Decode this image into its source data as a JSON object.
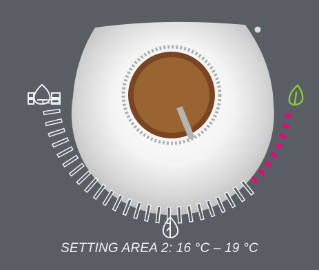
{
  "caption": "SETTING AREA 2: 16 °C – 19 °C",
  "scale": {
    "total_marks": 34,
    "active_from_mark": 26,
    "active_color": "#d4127a",
    "inactive_outline": "#eef0f1"
  },
  "knob": {
    "face_color": "#9a6332",
    "ring_color": "#7a4522",
    "pointer_color": "#b4b4b4"
  },
  "icons": {
    "left": "snowflake-droplet-icon",
    "bottom": "flame-drop-icon",
    "right": "leaf-icon",
    "right_color": "#8cc63f"
  },
  "background": "#585e63"
}
